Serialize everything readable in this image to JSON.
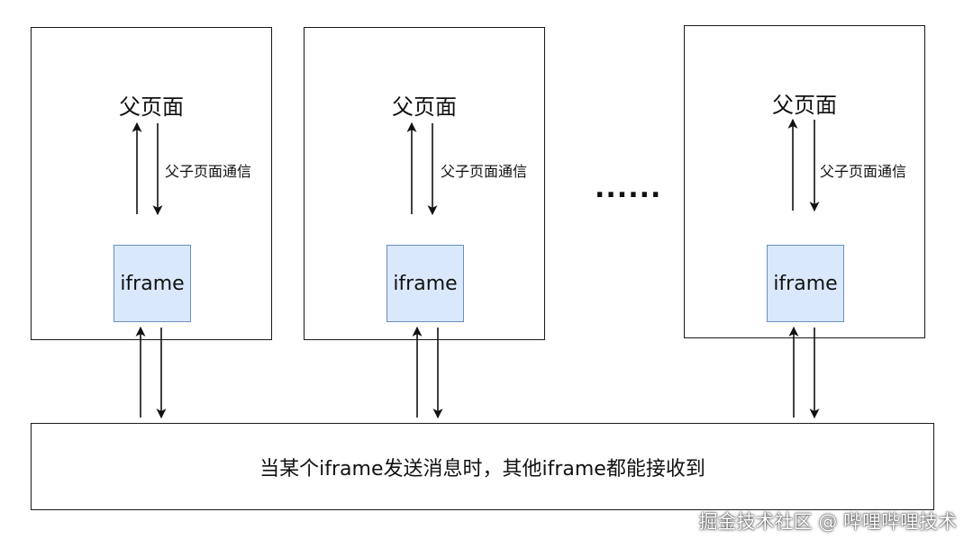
{
  "parent_label": "父页面",
  "comm_label": "父子页面通信",
  "iframe_label": "iframe",
  "ellipsis": "......",
  "bus_text": "当某个iframe发送消息时，其他iframe都能接收到",
  "watermark": "掘金技术社区 @ 哔哩哔哩技术",
  "colors": {
    "iframe_fill": "#dae8fc",
    "iframe_border": "#6c8ebf",
    "stroke": "#1a1a1a"
  }
}
